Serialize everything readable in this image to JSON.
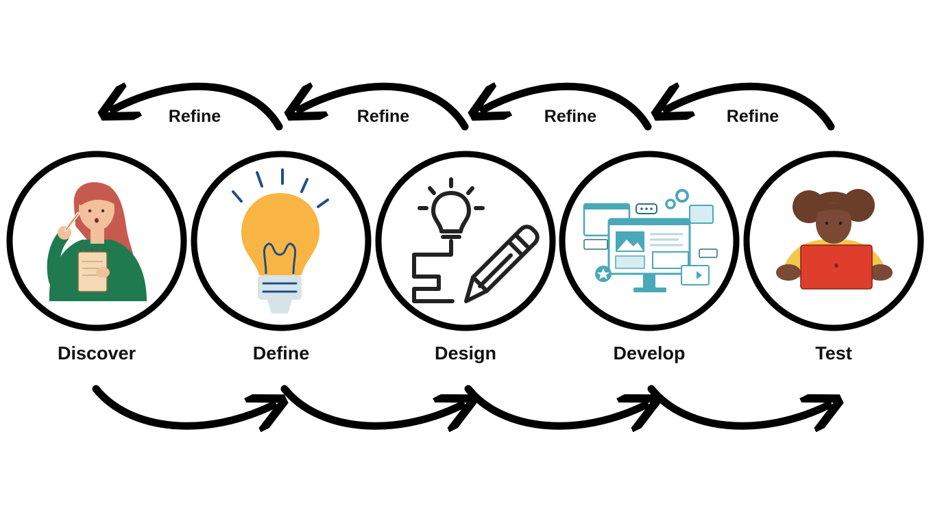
{
  "stages": [
    {
      "label": "Discover",
      "icon": "woman-thinking-notepad-icon"
    },
    {
      "label": "Define",
      "icon": "lightbulb-icon"
    },
    {
      "label": "Design",
      "icon": "bulb-pencil-sketch-icon"
    },
    {
      "label": "Develop",
      "icon": "web-development-monitor-icon"
    },
    {
      "label": "Test",
      "icon": "girl-with-laptop-icon"
    }
  ],
  "refine_label": "Refine",
  "colors": {
    "stroke": "#000000",
    "text": "#111111",
    "skin": "#f2c09c",
    "hair_red": "#c75a4f",
    "green_shirt": "#1f7a4f",
    "bulb_yellow": "#f9b544",
    "bulb_base": "#d6e4ea",
    "bulb_blue": "#1f4e87",
    "teal": "#4aa8b8",
    "laptop_red": "#e03e2d",
    "hair_brown": "#6b3e2a",
    "skin_dark": "#7a4a37",
    "shirt_yellow": "#f2c84b"
  }
}
